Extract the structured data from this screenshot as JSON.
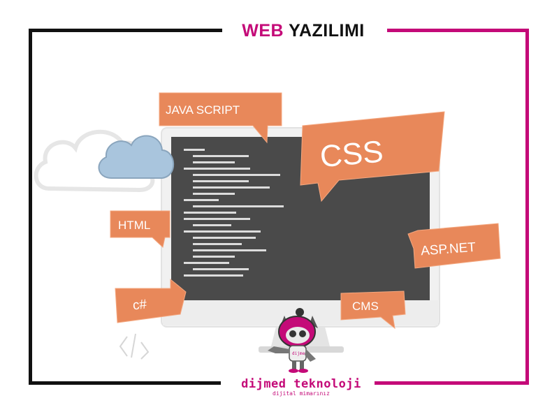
{
  "title": {
    "word1": "WEB",
    "word2": "YAZILIMI"
  },
  "tags": {
    "javascript": "JAVA SCRIPT",
    "css": "CSS",
    "html": "HTML",
    "aspnet": "ASP.NET",
    "csharp": "c#",
    "cms": "CMS"
  },
  "brand": {
    "name": "dijmed teknoloji",
    "tagline": "dijital mimarınız",
    "mascot_badge": "dijmed"
  },
  "colors": {
    "accent": "#c40a78",
    "bubble": "#e8885a",
    "monitor": "#4a4a4a",
    "cloud": "#a9c5dd"
  }
}
